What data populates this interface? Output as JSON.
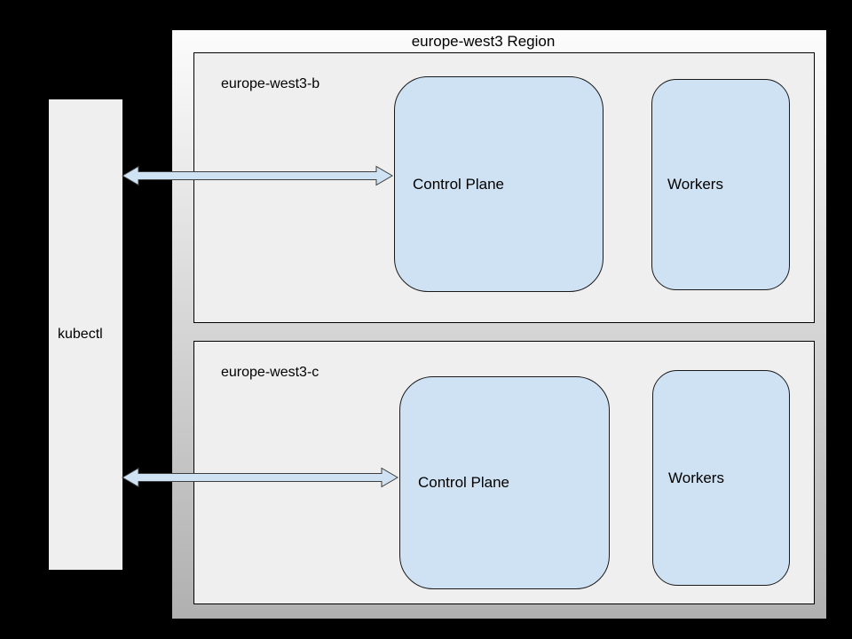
{
  "diagram": {
    "title": "europe-west3 Region",
    "kubectl_label": "kubectl",
    "zones": [
      {
        "name": "europe-west3-b",
        "control_plane": "Control Plane",
        "workers": "Workers"
      },
      {
        "name": "europe-west3-c",
        "control_plane": "Control Plane",
        "workers": "Workers"
      }
    ],
    "colors": {
      "background": "#000000",
      "border": "#000000",
      "region_gradient_top": "#fcfcfc",
      "region_gradient_bottom": "#b0b0b0",
      "zone_fill": "#efefef",
      "kubectl_fill": "#efefef",
      "node_fill": "#cfe2f3",
      "arrow_fill": "#cfe2f3",
      "arrow_stroke": "#3d3d3d",
      "text": "#000000"
    }
  }
}
